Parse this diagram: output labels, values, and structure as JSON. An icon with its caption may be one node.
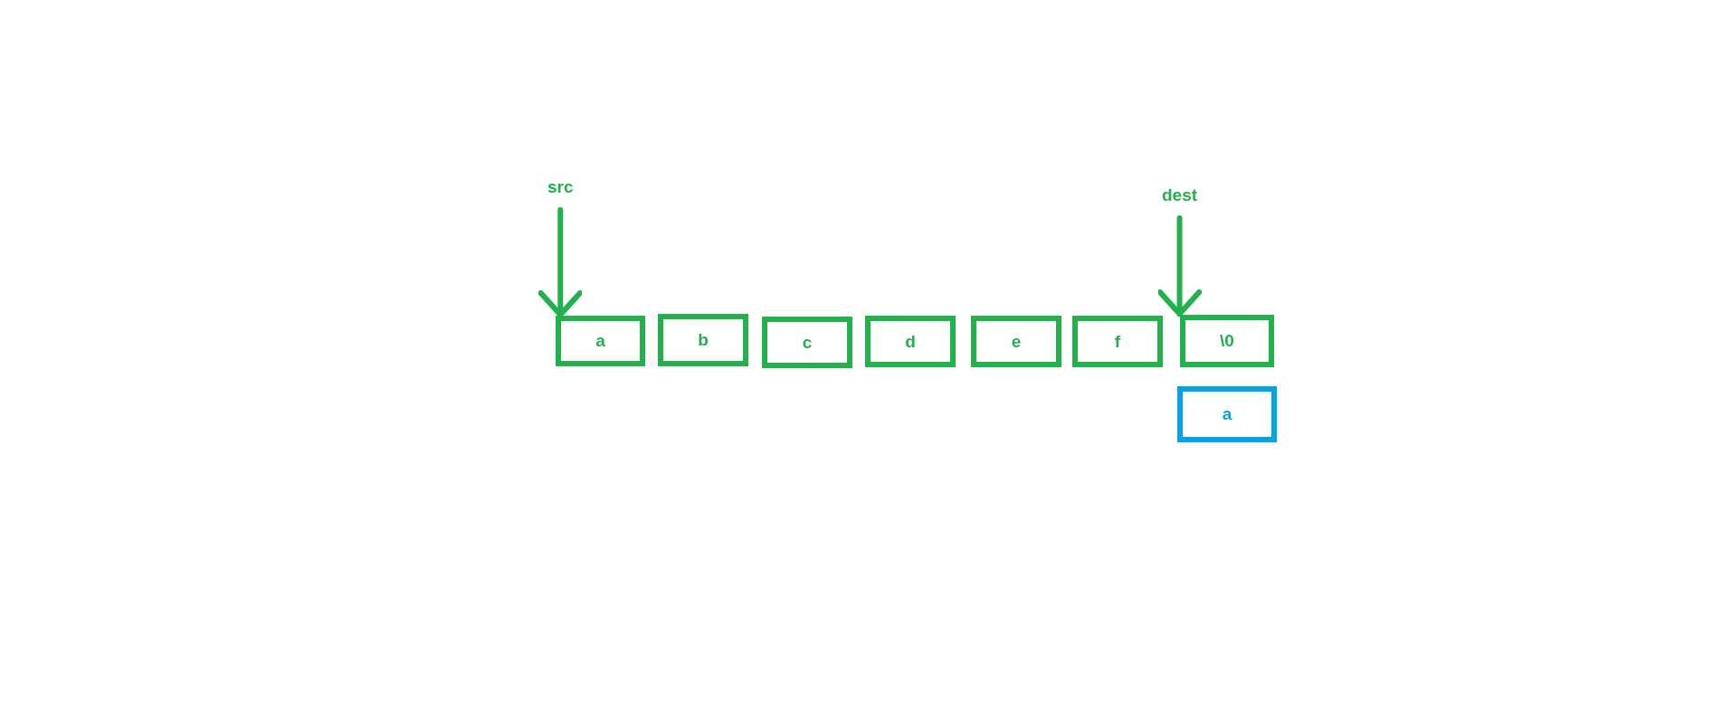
{
  "diagram": {
    "nodes": [
      {
        "text": [
          "src"
        ]
      },
      {
        "text": [
          "dest"
        ]
      },
      {
        "text": [
          "a"
        ]
      },
      {
        "text": [
          "b"
        ]
      },
      {
        "text": [
          "c"
        ]
      },
      {
        "text": [
          "d"
        ]
      },
      {
        "text": [
          "e"
        ]
      },
      {
        "text": [
          "f"
        ]
      },
      {
        "text": [
          "\\0"
        ]
      },
      {
        "text": [
          "a"
        ]
      }
    ],
    "edges": [
      {
        "from": 0,
        "to": 2,
        "arrow": "to"
      },
      {
        "from": 1,
        "to": 8,
        "arrow": "to"
      }
    ]
  }
}
